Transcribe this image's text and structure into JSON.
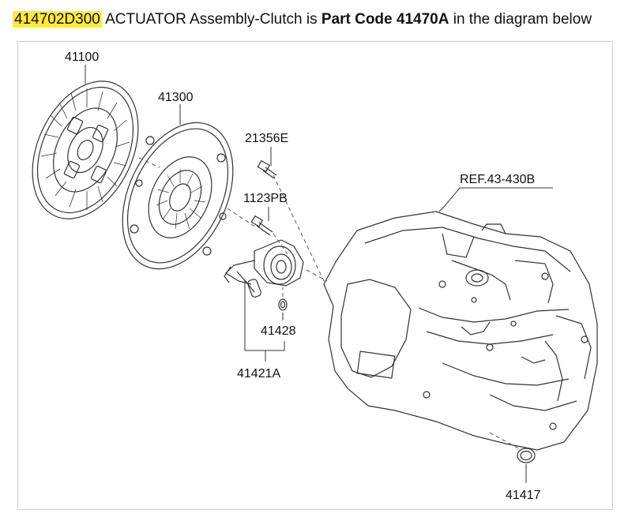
{
  "caption": {
    "part_number": "414702D300",
    "description": "ACTUATOR Assembly-Clutch is",
    "part_code": "Part Code 41470A",
    "suffix": "in the diagram below"
  },
  "diagram": {
    "labels": {
      "disc": "41100",
      "pressure_plate": "41300",
      "bolt_a": "21356E",
      "bolt_b": "1123PB",
      "oring": "41428",
      "actuator": "41421A",
      "ref": "REF.43-430B",
      "seal": "41417"
    }
  },
  "colors": {
    "highlight": "#ffea3a",
    "line": "#333333"
  }
}
